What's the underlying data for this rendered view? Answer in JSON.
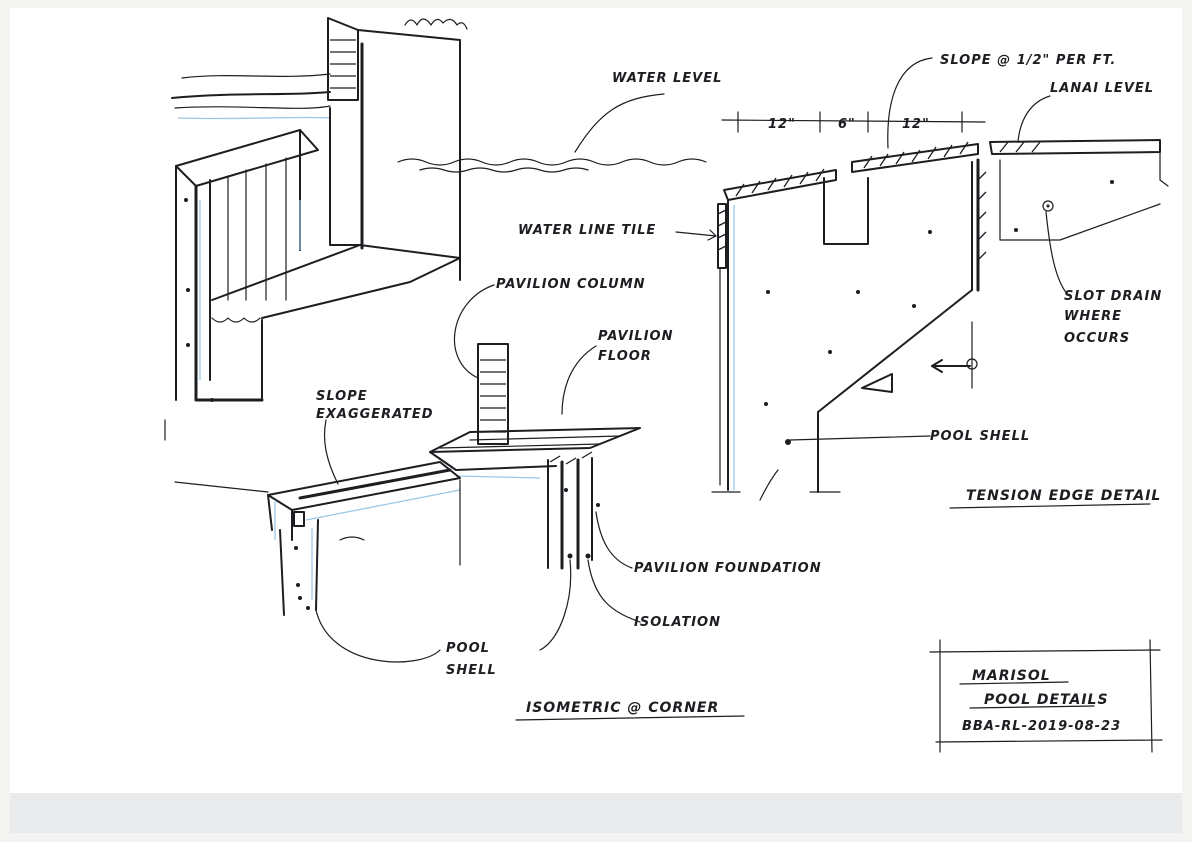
{
  "labels": {
    "water_level": "WATER LEVEL",
    "slope": "SLOPE @ 1/2\" PER FT.",
    "lanai_level": "LANAI LEVEL",
    "dim_12_left": "12\"",
    "dim_6": "6\"",
    "dim_12_right": "12\"",
    "water_line_tile": "WATER LINE TILE",
    "slot_drain_1": "SLOT DRAIN",
    "slot_drain_2": "WHERE",
    "slot_drain_3": "OCCURS",
    "pool_shell_right": "POOL SHELL",
    "tension_edge_detail": "TENSION EDGE DETAIL",
    "pavilion_column": "PAVILION COLUMN",
    "pavilion_floor_1": "PAVILION",
    "pavilion_floor_2": "FLOOR",
    "slope_exaggerated_1": "SLOPE",
    "slope_exaggerated_2": "EXAGGERATED",
    "pavilion_foundation": "PAVILION FOUNDATION",
    "isolation": "ISOLATION",
    "pool_shell_left_1": "POOL",
    "pool_shell_left_2": "SHELL",
    "isometric_corner": "ISOMETRIC @ CORNER"
  },
  "title_block": {
    "project": "MARISOL",
    "title": "POOL DETAILS",
    "ref": "BBA-RL-2019-08-23"
  },
  "colors": {
    "ink": "#1d1d22",
    "wash": "#9cc8e6",
    "paper": "#ffffff"
  }
}
